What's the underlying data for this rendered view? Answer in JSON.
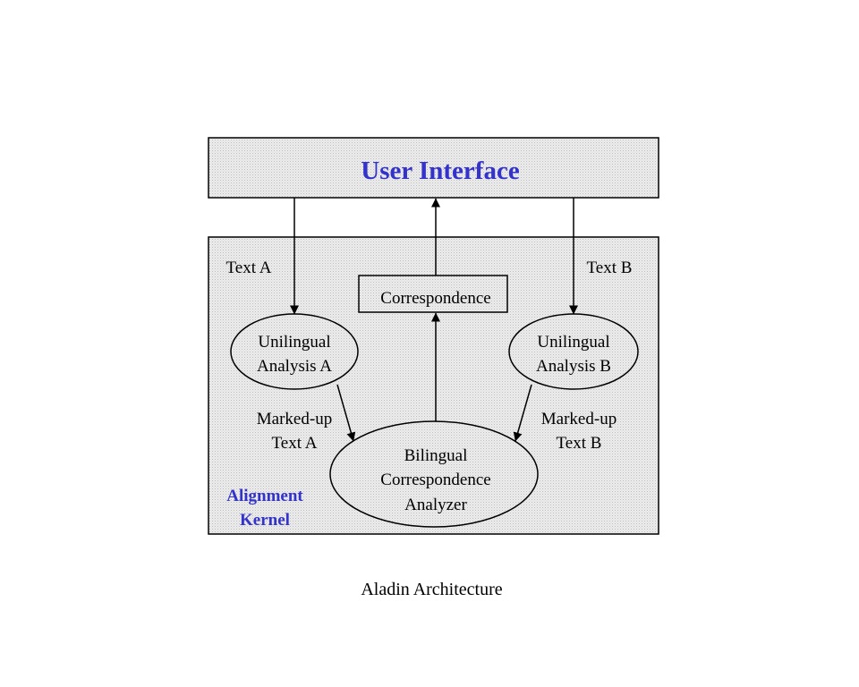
{
  "colors": {
    "accent": "#3333cc",
    "fill": "#e8e8e8",
    "stroke": "#000000"
  },
  "user_interface": {
    "title": "User Interface"
  },
  "kernel": {
    "label_line1": "Alignment",
    "label_line2": "Kernel"
  },
  "edges": {
    "text_a": "Text A",
    "text_b": "Text B",
    "marked_a_line1": "Marked-up",
    "marked_a_line2": "Text A",
    "marked_b_line1": "Marked-up",
    "marked_b_line2": "Text B"
  },
  "nodes": {
    "correspondence": "Correspondence",
    "unilingual_a_line1": "Unilingual",
    "unilingual_a_line2": "Analysis A",
    "unilingual_b_line1": "Unilingual",
    "unilingual_b_line2": "Analysis B",
    "bilingual_line1": "Bilingual",
    "bilingual_line2": "Correspondence",
    "bilingual_line3": "Analyzer"
  },
  "caption": "Aladin Architecture"
}
